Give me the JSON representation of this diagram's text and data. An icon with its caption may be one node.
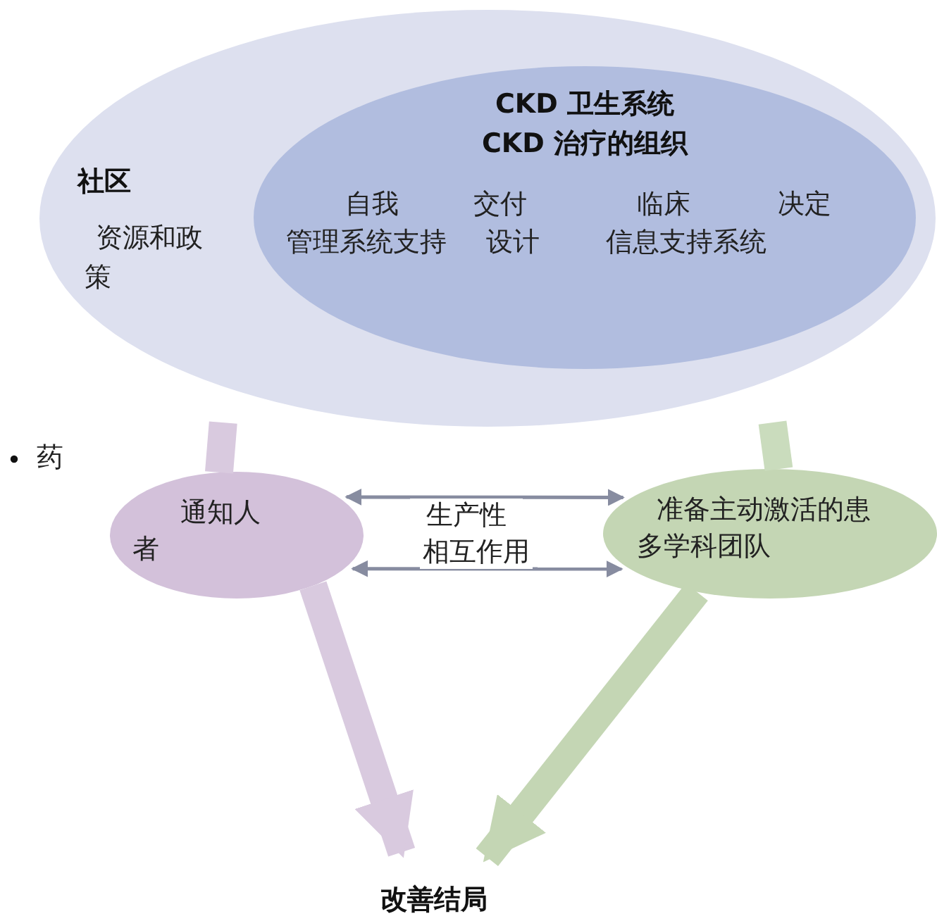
{
  "diagram": {
    "nodes": [
      {
        "text": [
          "社区",
          "资源和政",
          "策"
        ]
      },
      {
        "text": [
          "CKD 卫生系统",
          "CKD 治疗的组织",
          "自我",
          "交付",
          "临床",
          "决定",
          "管理系统支持",
          "设计",
          "信息支持系统"
        ],
        "in": 0
      },
      {
        "text": [
          "通知人",
          "者"
        ]
      },
      {
        "text": [
          "准备主动激活的患",
          "多学科团队"
        ]
      },
      {
        "text": [
          "改善结局"
        ]
      }
    ],
    "edges": [
      {
        "from": 0,
        "to": 2,
        "arrow": "none",
        "color": "#d9cadf"
      },
      {
        "from": 0,
        "to": 3,
        "arrow": "none",
        "color": "#cadcbd"
      },
      {
        "from": 2,
        "to": 3,
        "arrow": "both",
        "label": "生产性",
        "color": "#878ca0"
      },
      {
        "from": 2,
        "to": 3,
        "arrow": "both",
        "label": "相互作用",
        "color": "#878ca0"
      },
      {
        "from": 2,
        "to": 4,
        "arrow": "to",
        "color": "#d9cadf"
      },
      {
        "from": 3,
        "to": 4,
        "arrow": "to",
        "color": "#c4d6b4"
      }
    ],
    "labels": [
      "药"
    ]
  }
}
